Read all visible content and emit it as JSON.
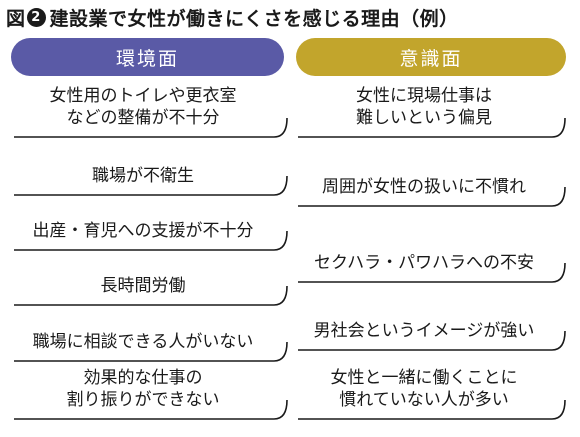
{
  "title": {
    "prefix": "図",
    "number": "2",
    "text": "建設業で女性が働きにくさを感じる理由（例）"
  },
  "columns": {
    "environment": {
      "header": "環境面",
      "color": "#5a5aa6",
      "items": [
        [
          "女性用のトイレや更衣室",
          "などの整備が不十分"
        ],
        [
          "職場が不衛生"
        ],
        [
          "出産・育児への支援が不十分"
        ],
        [
          "長時間労働"
        ],
        [
          "職場に相談できる人がいない"
        ],
        [
          "効果的な仕事の",
          "割り振りができない"
        ]
      ]
    },
    "consciousness": {
      "header": "意識面",
      "color": "#c2a52c",
      "items": [
        [
          "女性に現場仕事は",
          "難しいという偏見"
        ],
        [
          "周囲が女性の扱いに不慣れ"
        ],
        [
          "セクハラ・パワハラへの不安"
        ],
        [
          "男社会というイメージが強い"
        ],
        [
          "女性と一緒に働くことに",
          "慣れていない人が多い"
        ]
      ]
    }
  }
}
